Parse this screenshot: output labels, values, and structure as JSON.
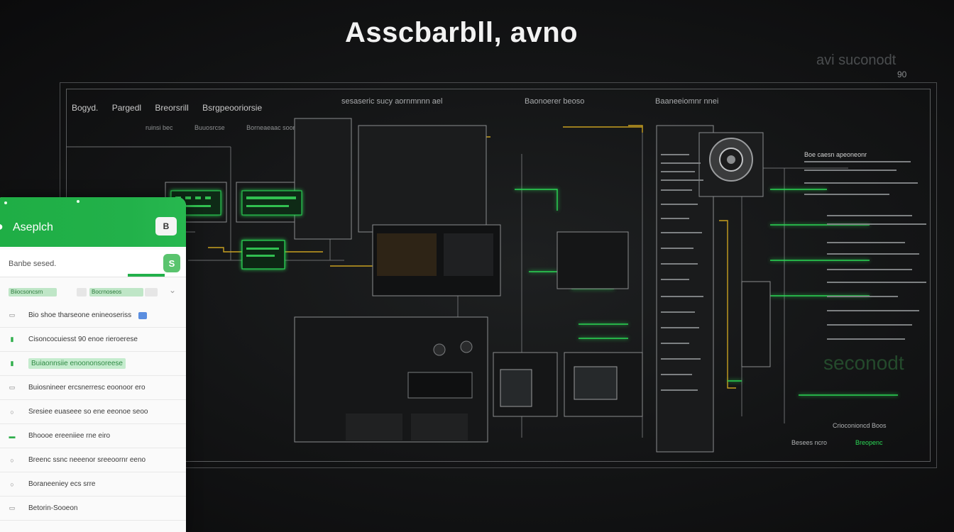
{
  "page": {
    "title": "Asscbarbll, avno",
    "ghost_right": "avi suconodt",
    "ghost_right_num": "90",
    "ghost_green": "seconodt"
  },
  "schematic": {
    "header_labels": [
      "Bogyd.",
      "Pargedl",
      "Breorsrill",
      "Bsrgpeooriorsie"
    ],
    "subheader_labels": [
      "ruinsi bec",
      "Buuosrcse",
      "Borneaeaac soom"
    ],
    "top_labels": {
      "a": "sesaseric sucy aornmnnn ael",
      "b": "Baonoerer beoso",
      "c": "Baaneeiomnr nnei"
    },
    "right_col_label": "Boe caesn apeoneonr",
    "footer_labels": {
      "a": "Crioconioncd Boos",
      "b": "Besees ncro",
      "c": "Breopenc"
    }
  },
  "app": {
    "title": "Aseplch",
    "header_button": "B",
    "search_value": "Banbe sesed.",
    "search_button": "S",
    "filter_chips": [
      "Biiocsoncsrn",
      "",
      "Bocrnoseos",
      ""
    ],
    "list_items": [
      {
        "text": "Bio shoe tharseone enineoseriss",
        "badge": true,
        "highlight": false
      },
      {
        "text": "Cisoncocuiesst 90 enoe rieroerese",
        "badge": false,
        "highlight": false
      },
      {
        "text": "Buiaonnsiie enoononsoreese",
        "badge": false,
        "highlight": true
      },
      {
        "text": "Buiosnineer ercsnerresc eoonoor ero",
        "badge": false,
        "highlight": false
      },
      {
        "text": "Sresiee euaseee so ene eeonoe seoo",
        "badge": false,
        "highlight": false
      },
      {
        "text": "Bhoooe ereeniiee rne eiro",
        "badge": false,
        "highlight": false
      },
      {
        "text": "Breenc ssnc neeenor sreeoornr eeno",
        "badge": false,
        "highlight": false
      },
      {
        "text": "Boraneeniey ecs srre",
        "badge": false,
        "highlight": false
      },
      {
        "text": "Betorin-Sooeon",
        "badge": false,
        "highlight": false
      }
    ]
  },
  "colors": {
    "accent": "#22b14a",
    "wire_yellow": "#c8a020",
    "wire_green": "#2bd855",
    "wire_gray": "#8a8c8e"
  }
}
